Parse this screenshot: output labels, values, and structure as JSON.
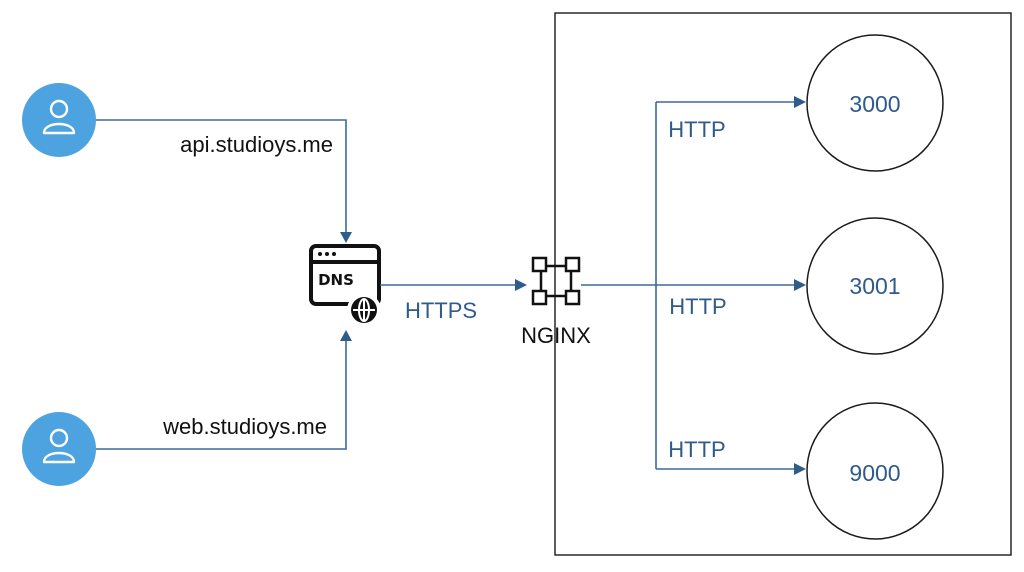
{
  "users": [
    {
      "domain": "api.studioys.me"
    },
    {
      "domain": "web.studioys.me"
    }
  ],
  "dns": {
    "label": "DNS"
  },
  "edge": {
    "protocol": "HTTPS"
  },
  "proxy": {
    "name": "NGINX"
  },
  "backends": [
    {
      "port": "3000",
      "protocol": "HTTP"
    },
    {
      "port": "3001",
      "protocol": "HTTP"
    },
    {
      "port": "9000",
      "protocol": "HTTP"
    }
  ],
  "colors": {
    "user_icon": "#4da3e0",
    "line": "#3b6a99",
    "label_blue": "#2f5b8a"
  }
}
